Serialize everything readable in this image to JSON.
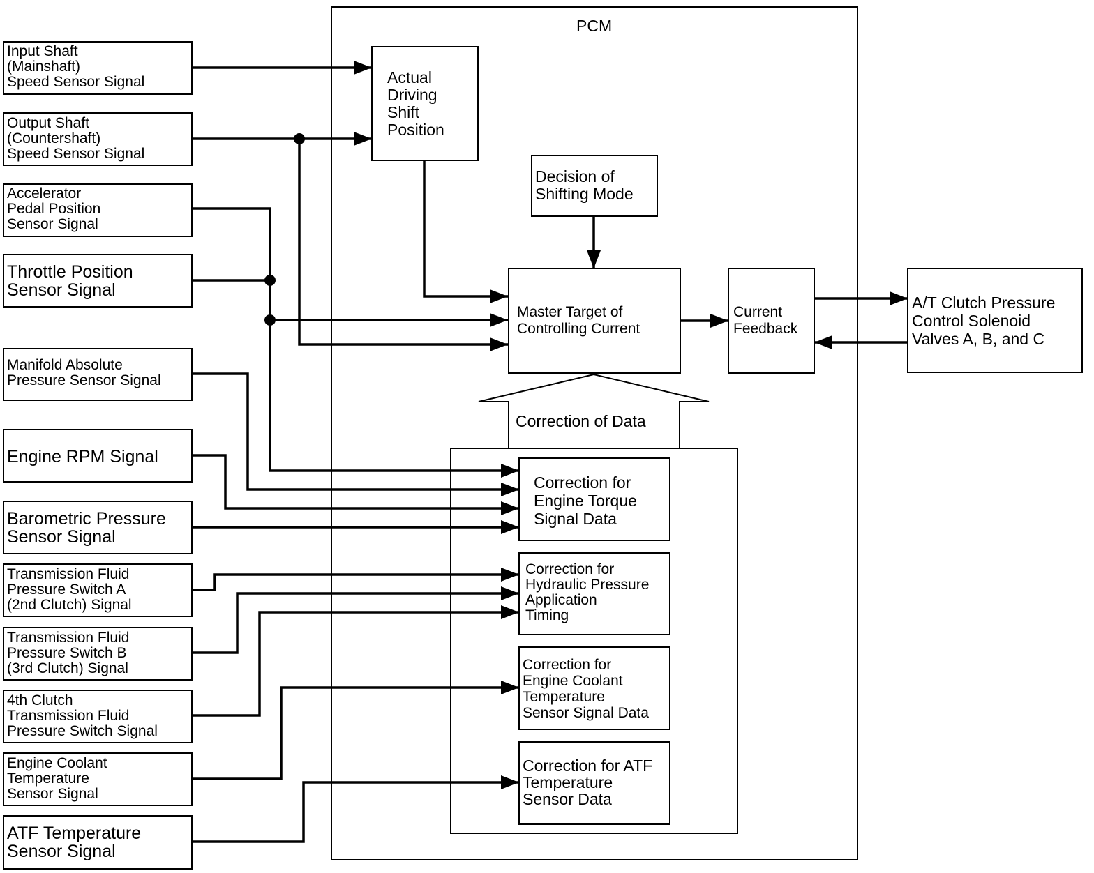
{
  "pcm": {
    "title": "PCM"
  },
  "inputs": {
    "input_shaft": "Input Shaft\n(Mainshaft)\nSpeed Sensor Signal",
    "output_shaft": "Output Shaft\n(Countershaft)\nSpeed Sensor Signal",
    "accelerator": "Accelerator\nPedal Position\nSensor Signal",
    "throttle": "Throttle Position\nSensor Signal",
    "manifold": "Manifold Absolute\nPressure Sensor Signal",
    "engine_rpm": "Engine RPM Signal",
    "barometric": "Barometric Pressure\nSensor Signal",
    "tfp_a": "Transmission Fluid\nPressure Switch A\n(2nd Clutch) Signal",
    "tfp_b": "Transmission Fluid\nPressure Switch B\n(3rd Clutch) Signal",
    "tfp_4th": "4th Clutch\nTransmission Fluid\nPressure Switch Signal",
    "coolant": "Engine Coolant\nTemperature\nSensor Signal",
    "atf": "ATF Temperature\nSensor Signal"
  },
  "blocks": {
    "actual_shift": "Actual\nDriving\nShift\nPosition",
    "decision_mode": "Decision of\nShifting Mode",
    "master_target": "Master Target of\nControlling Current",
    "current_feedback": "Current\nFeedback",
    "correction_of_data": "Correction of Data",
    "corr_torque": "Correction for\nEngine Torque\nSignal Data",
    "corr_hydraulic": "Correction for\nHydraulic Pressure\nApplication\nTiming",
    "corr_coolant": "Correction for\nEngine Coolant\nTemperature\nSensor Signal Data",
    "corr_atf": "Correction for ATF\nTemperature\nSensor Data"
  },
  "output": {
    "solenoid": "A/T Clutch Pressure\nControl Solenoid\nValves A, B, and C"
  }
}
